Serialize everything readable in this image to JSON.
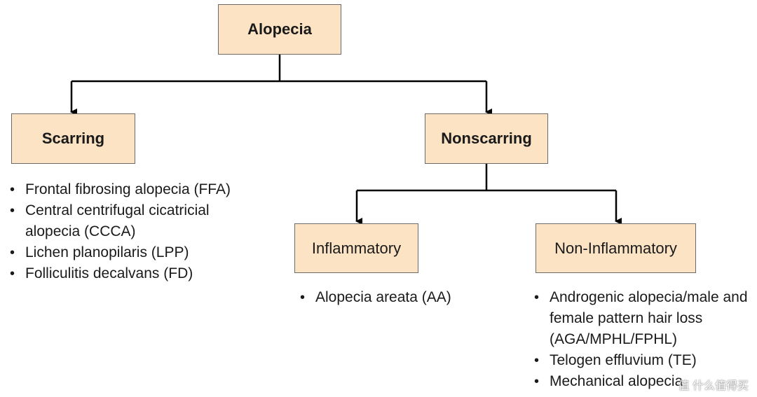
{
  "nodes": {
    "root": "Alopecia",
    "scarring": "Scarring",
    "nonscarring": "Nonscarring",
    "inflammatory": "Inflammatory",
    "non_inflammatory": "Non-Inflammatory"
  },
  "lists": {
    "scarring": [
      "Frontal fibrosing alopecia (FFA)",
      "Central centrifugal cicatricial alopecia (CCCA)",
      "Lichen planopilaris (LPP)",
      "Folliculitis decalvans (FD)"
    ],
    "inflammatory": [
      "Alopecia areata (AA)"
    ],
    "non_inflammatory": [
      "Androgenic alopecia/male and female pattern hair loss (AGA/MPHL/FPHL)",
      "Telogen effluvium (TE)",
      "Mechanical alopecia"
    ]
  },
  "watermark": "值 什么值得买",
  "colors": {
    "box_fill": "#fbe3c4",
    "box_border": "#6b6b6b",
    "line": "#000000"
  }
}
